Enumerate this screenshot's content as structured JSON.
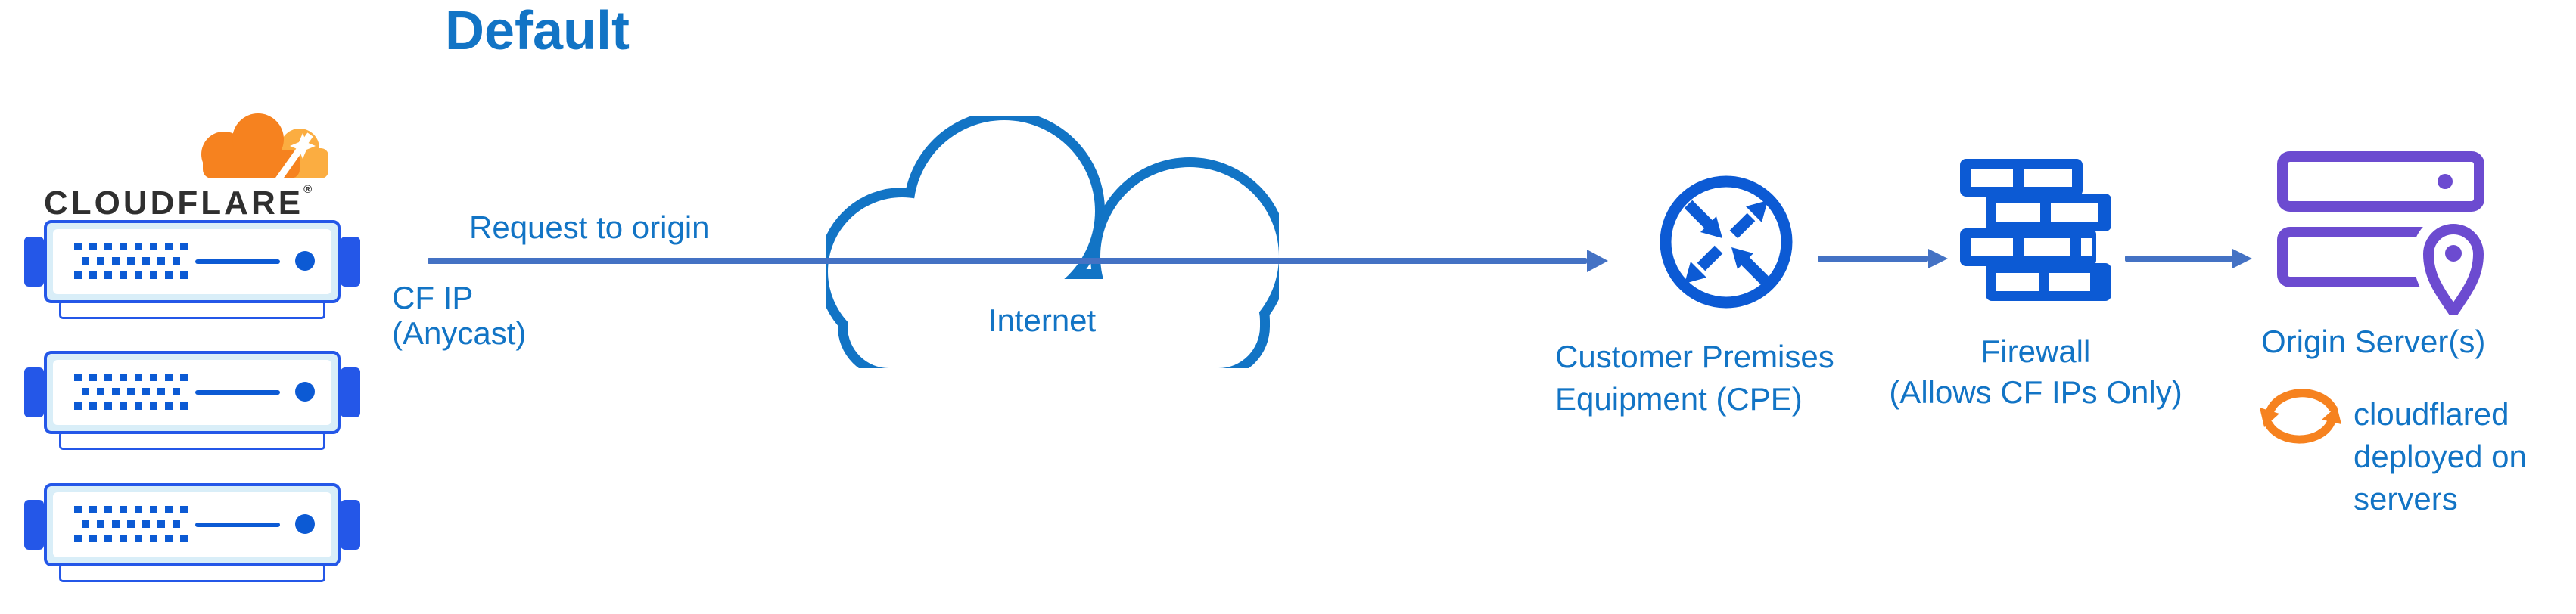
{
  "title": "Default",
  "brand": {
    "wordmark": "CLOUDFLARE",
    "registered": "®"
  },
  "edge": {
    "request_label": "Request to origin",
    "ip_line1": "CF IP",
    "ip_line2": "(Anycast)",
    "server_count": 3
  },
  "internet": {
    "label": "Internet"
  },
  "cpe": {
    "line1": "Customer Premises",
    "line2": "Equipment (CPE)"
  },
  "firewall": {
    "line1": "Firewall",
    "line2": "(Allows CF IPs Only)"
  },
  "origin": {
    "label": "Origin Server(s)",
    "note_line1": "cloudflared",
    "note_line2": "deployed on",
    "note_line3": "servers"
  },
  "icons": {
    "logo": "cloudflare-logo-cloud",
    "edge": "edge-server",
    "internet": "internet-cloud",
    "cpe": "cpe-router",
    "firewall": "firewall-bricks",
    "origin": "origin-server-rack-with-location-pin",
    "cloudflared": "sync-arrows",
    "flow": "right-arrow"
  },
  "colors": {
    "label_blue": "#1274C5",
    "icon_blue": "#0C5AD4",
    "server_border_blue": "#2457E8",
    "server_fill": "#D9EEF8",
    "arrow_blue": "#4472C4",
    "origin_purple": "#6C4BD0",
    "cf_orange": "#F6821F",
    "cf_orange_light": "#FBAD41",
    "wordmark_dark": "#2F2F2F"
  }
}
